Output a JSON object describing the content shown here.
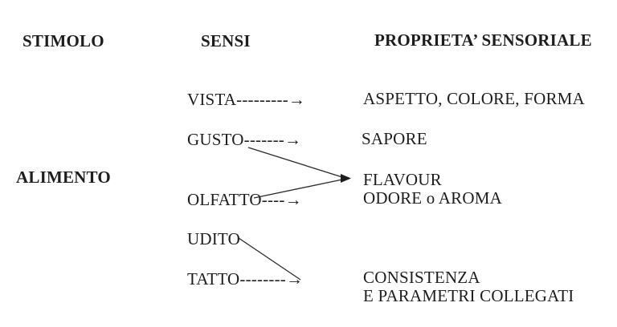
{
  "diagram": {
    "title_row": {
      "stimolo": "STIMOLO",
      "sensi": "SENSI",
      "proprieta": "PROPRIETA’ SENSORIALE"
    },
    "stimulus": {
      "alimento": "ALIMENTO"
    },
    "senses": {
      "vista": "VISTA---------→",
      "gusto": "GUSTO-------→",
      "olfatto": "OLFATTO----→",
      "udito": "UDITO",
      "tatto": "TATTO--------→"
    },
    "properties": {
      "aspetto": "ASPETTO, COLORE, FORMA",
      "sapore": "SAPORE",
      "flavour": "FLAVOUR",
      "odore": "ODORE o AROMA",
      "consistenza": "CONSISTENZA",
      "parametri": "E PARAMETRI COLLEGATI"
    },
    "colors": {
      "text": "#1d1d1d",
      "background": "#ffffff",
      "connector": "#2a2a2a"
    }
  }
}
